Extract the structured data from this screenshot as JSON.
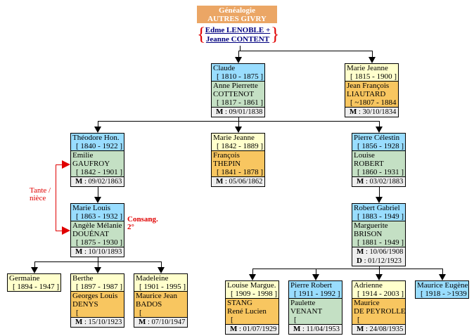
{
  "header": {
    "title_line1": "Généalogie",
    "title_line2": "AUTRES GIVRY"
  },
  "root_couple": {
    "line1": "Edme LENOBLE +",
    "line2": "Jeanne CONTENT"
  },
  "colors": {
    "male_child": "#99DDFF",
    "female_child": "#FFFFCC",
    "female_spouse": "#C4E0C4",
    "male_spouse": "#F8C660",
    "event": "#EEEEEE",
    "title_bg": "#EBA665",
    "annotation": "#E00000"
  },
  "annotations": {
    "relation_line1": "Tante /",
    "relation_line2": "nièce",
    "consang_line1": "Consang.",
    "consang_line2": "2°"
  },
  "persons": [
    {
      "child": {
        "name": "Claude",
        "dates": "[ 1810 - 1875 ]",
        "sex": "M"
      },
      "spouse": {
        "first": "Anne Pierrette",
        "last": "COTTENOT",
        "dates": "[ 1817 - 1861 ]",
        "sex": "F"
      },
      "events": [
        {
          "label": "M",
          "date": " : 09/01/1838"
        }
      ]
    },
    {
      "child": {
        "name": "Marie Jeanne",
        "dates": "[ 1815 - 1900 ]",
        "sex": "F"
      },
      "spouse": {
        "first": "Jean François",
        "last": "LIAUTARD",
        "dates": "[ ~1807 - 1884 ]",
        "sex": "M"
      },
      "events": [
        {
          "label": "M",
          "date": " : 30/10/1834"
        }
      ]
    },
    {
      "child": {
        "name": "Théodore Hon.",
        "dates": "[ 1840 - 1922 ]",
        "sex": "M"
      },
      "spouse": {
        "first": "Emilie",
        "last": "GAUFROY",
        "dates": "[ 1842 - 1901 ]",
        "sex": "F"
      },
      "events": [
        {
          "label": "M",
          "date": " : 09/02/1863"
        }
      ]
    },
    {
      "child": {
        "name": "Marie Jeanne",
        "dates": "[ 1842 - 1889 ]",
        "sex": "F"
      },
      "spouse": {
        "first": "François",
        "last": "THEPIN",
        "dates": "[ 1841 - 1878 ]",
        "sex": "M"
      },
      "events": [
        {
          "label": "M",
          "date": " : 05/06/1862"
        }
      ]
    },
    {
      "child": {
        "name": "Pierre Célestin",
        "dates": "[ 1856 - 1928 ]",
        "sex": "M"
      },
      "spouse": {
        "first": "Louise",
        "last": "ROBERT",
        "dates": "[ 1860 - 1931 ]",
        "sex": "F"
      },
      "events": [
        {
          "label": "M",
          "date": " : 03/02/1883"
        }
      ]
    },
    {
      "child": {
        "name": "Marie Louis",
        "dates": "[ 1863 - 1932 ]",
        "sex": "M"
      },
      "spouse": {
        "first": "Angèle Mélanie",
        "last": "DOUÉNAT",
        "dates": "[ 1875 - 1930 ]",
        "sex": "F"
      },
      "events": [
        {
          "label": "M",
          "date": " : 10/10/1893"
        }
      ]
    },
    {
      "child": {
        "name": "Robert Gabriel",
        "dates": "[ 1883 - 1949 ]",
        "sex": "M"
      },
      "spouse": {
        "first": "Marguerite",
        "last": "BRISON",
        "dates": "[ 1881 - 1949 ]",
        "sex": "F"
      },
      "events": [
        {
          "label": "M",
          "date": " : 10/06/1908"
        },
        {
          "label": "D",
          "date": " : 01/12/1923"
        }
      ]
    },
    {
      "child": {
        "name": "Germaine",
        "dates": "[ 1894 - 1947 ]",
        "sex": "F"
      }
    },
    {
      "child": {
        "name": "Berthe",
        "dates": "[ 1897 - 1987 ]",
        "sex": "F"
      },
      "spouse": {
        "first": "Georges Louis",
        "last": "DENYS",
        "dates": "[",
        "sex": "M"
      },
      "events": [
        {
          "label": "M",
          "date": " : 15/10/1923"
        }
      ]
    },
    {
      "child": {
        "name": "Madeleine",
        "dates": "[ 1901 - 1995 ]",
        "sex": "F"
      },
      "spouse": {
        "first": "Maurice Jean",
        "last": "BADOS",
        "dates": "[",
        "sex": "M"
      },
      "events": [
        {
          "label": "M",
          "date": " : 07/10/1947"
        }
      ]
    },
    {
      "child": {
        "name": "Louise Margue.",
        "dates": "[ 1909 - 1998 ]",
        "sex": "F"
      },
      "spouse": {
        "first": "STANG",
        "last": "René Lucien",
        "dates": "[",
        "sex": "M"
      },
      "events": [
        {
          "label": "M",
          "date": " : 01/07/1929"
        }
      ]
    },
    {
      "child": {
        "name": "Pierre Robert",
        "dates": "[ 1911 - 1992 ]",
        "sex": "M"
      },
      "spouse": {
        "first": "Paulette",
        "last": "VENANT",
        "dates": "[",
        "sex": "F"
      },
      "events": [
        {
          "label": "M",
          "date": " : 11/04/1953"
        }
      ]
    },
    {
      "child": {
        "name": "Adrienne",
        "dates": "[ 1914 - 2003 ]",
        "sex": "F"
      },
      "spouse": {
        "first": "Maurice",
        "last": "DE PEYROLLE",
        "dates": "[",
        "sex": "M"
      },
      "events": [
        {
          "label": "M",
          "date": " : 24/08/1935"
        }
      ]
    },
    {
      "child": {
        "name": "Maurice Eugène",
        "dates": "[ 1918 - >1939 ]",
        "sex": "M"
      }
    }
  ]
}
